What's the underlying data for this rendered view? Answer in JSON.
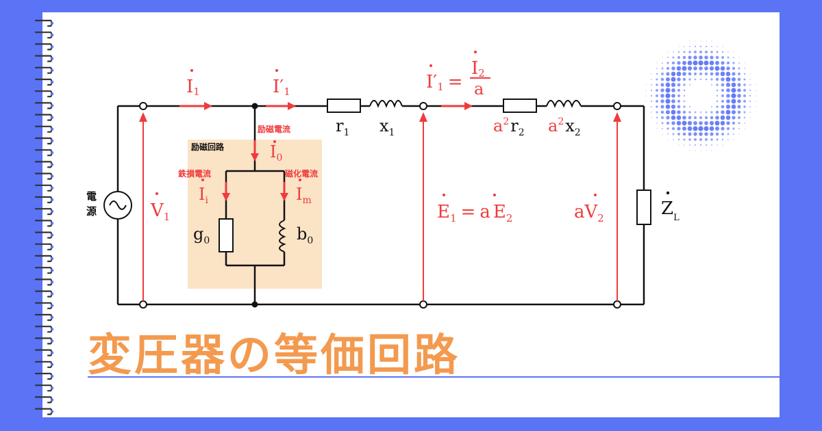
{
  "colors": {
    "background": "#5b73f5",
    "card": "#ffffff",
    "accent_red": "#ef3b3b",
    "wire": "#111111",
    "exciting_box": "#fbe3c6",
    "title": "#f39a4f",
    "rule": "#5b73f5"
  },
  "title": "変圧器の等価回路",
  "source_label": "電源",
  "excitation_box_label": "励磁回路",
  "currents": {
    "I1": {
      "main": "I",
      "sub": "1"
    },
    "I1p": {
      "main": "I′",
      "sub": "1"
    },
    "I0": {
      "main": "I",
      "sub": "0",
      "caption": "励磁電流"
    },
    "Ii": {
      "main": "I",
      "sub": "i",
      "caption": "鉄損電流"
    },
    "Im": {
      "main": "I",
      "sub": "m",
      "caption": "磁化電流"
    },
    "I1p_eq": {
      "lhs_main": "I′",
      "lhs_sub": "1",
      "eq": "=",
      "num_main": "I",
      "num_sub": "2",
      "den": "a"
    }
  },
  "voltages": {
    "V1": {
      "main": "V",
      "sub": "1"
    },
    "E1": {
      "main": "E",
      "sub": "1",
      "eq": "=",
      "coef": "a",
      "rhs_main": "E",
      "rhs_sub": "2"
    },
    "aV2": {
      "coef": "a",
      "main": "V",
      "sub": "2"
    }
  },
  "components": {
    "r1": {
      "main": "r",
      "sub": "1"
    },
    "x1": {
      "main": "x",
      "sub": "1"
    },
    "a2r2": {
      "coef": "a",
      "sup": "2",
      "main": "r",
      "sub": "2"
    },
    "a2x2": {
      "coef": "a",
      "sup": "2",
      "main": "x",
      "sub": "2"
    },
    "g0": {
      "main": "g",
      "sub": "0"
    },
    "b0": {
      "main": "b",
      "sub": "0"
    },
    "ZL": {
      "main": "Z",
      "sub": "L"
    }
  },
  "icons": [
    "ac-source-icon",
    "spiral-ring-icon",
    "halftone-dot-decoration"
  ]
}
